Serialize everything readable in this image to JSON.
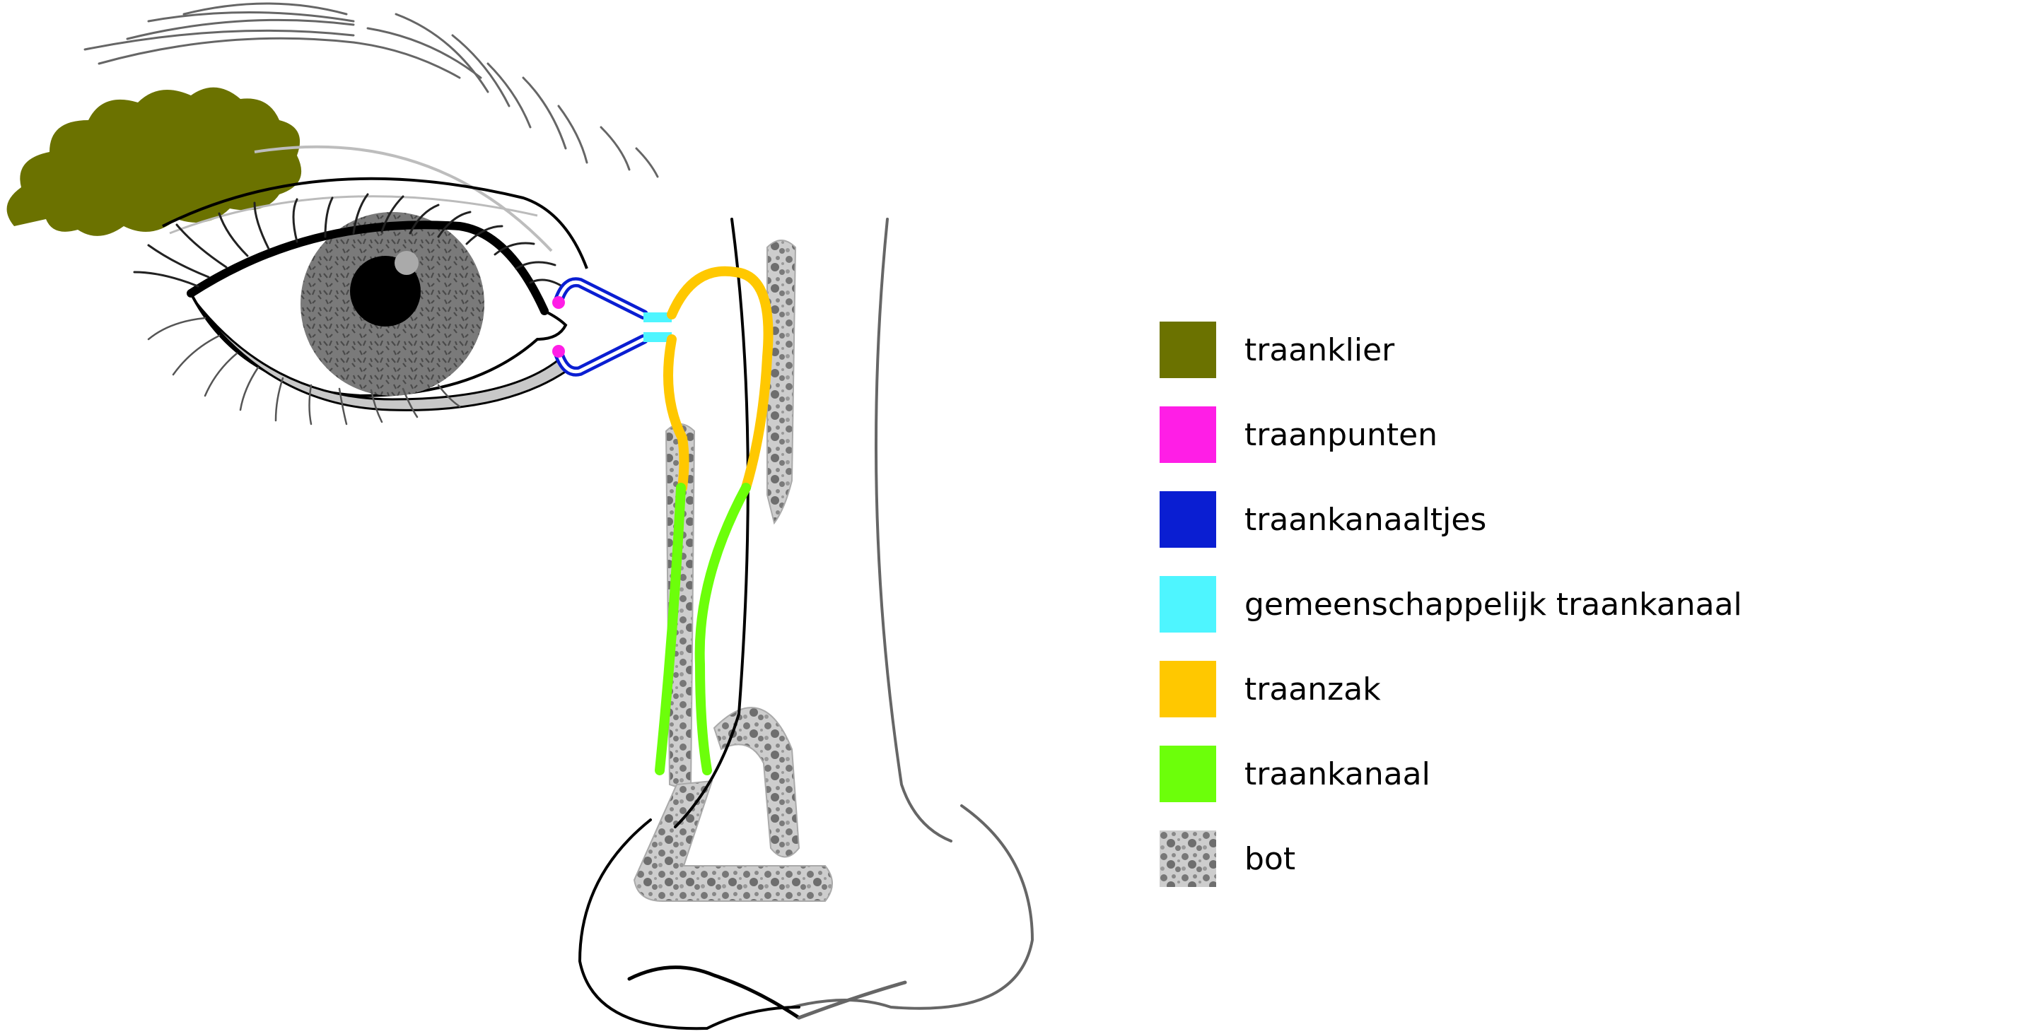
{
  "legend": {
    "items": [
      {
        "label": "traanklier",
        "color": "#6b7200",
        "key": "gland"
      },
      {
        "label": "traanpunten",
        "color": "#ff1ee6",
        "key": "puncta"
      },
      {
        "label": "traankanaaltjes",
        "color": "#0a1ed2",
        "key": "canaliculi"
      },
      {
        "label": "gemeenschappelijk traankanaal",
        "color": "#4ef5ff",
        "key": "common-canal"
      },
      {
        "label": "traanzak",
        "color": "#ffc800",
        "key": "sac"
      },
      {
        "label": "traankanaal",
        "color": "#6cff0a",
        "key": "duct"
      },
      {
        "label": "bot",
        "color": "#b4b4b4",
        "key": "bone",
        "pattern": "dots"
      }
    ]
  }
}
